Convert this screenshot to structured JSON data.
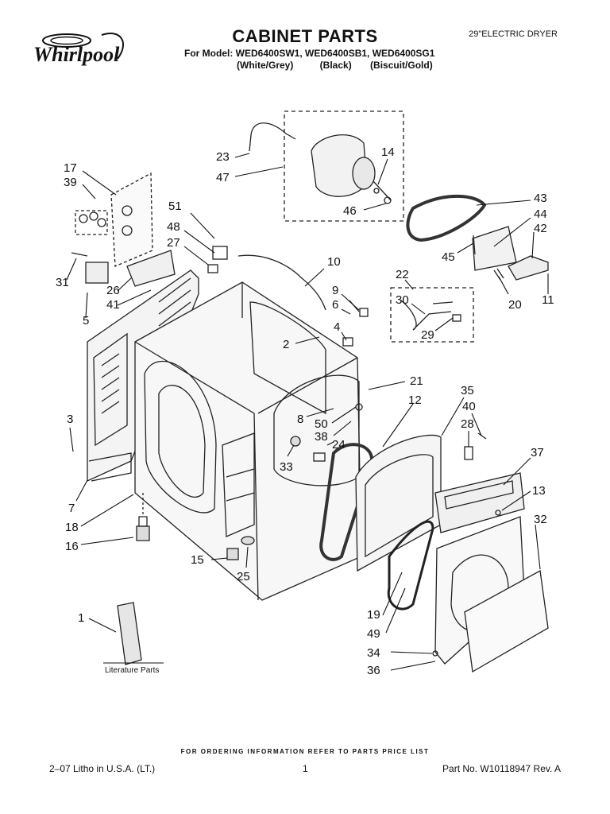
{
  "header": {
    "brand": "Whirlpool",
    "title": "CABINET PARTS",
    "model_line": "For Model: WED6400SW1, WED6400SB1, WED6400SG1",
    "color_line": "(White/Grey)          (Black)       (Biscuit/Gold)",
    "product": "29\"ELECTRIC DRYER"
  },
  "callouts": [
    "17",
    "39",
    "31",
    "26",
    "41",
    "5",
    "3",
    "7",
    "18",
    "16",
    "15",
    "25",
    "1",
    "51",
    "48",
    "27",
    "23",
    "47",
    "14",
    "46",
    "10",
    "9",
    "6",
    "4",
    "2",
    "8",
    "50",
    "38",
    "24",
    "33",
    "21",
    "12",
    "35",
    "40",
    "28",
    "37",
    "13",
    "32",
    "19",
    "49",
    "34",
    "36",
    "22",
    "30",
    "29",
    "43",
    "44",
    "42",
    "45",
    "20",
    "11"
  ],
  "literature_label": "Literature Parts",
  "footer": {
    "ordering_note": "FOR ORDERING INFORMATION REFER TO PARTS PRICE LIST",
    "litho": "2–07 Litho in U.S.A. (LT.)",
    "page": "1",
    "part_number": "Part No. W10118947 Rev. A"
  }
}
